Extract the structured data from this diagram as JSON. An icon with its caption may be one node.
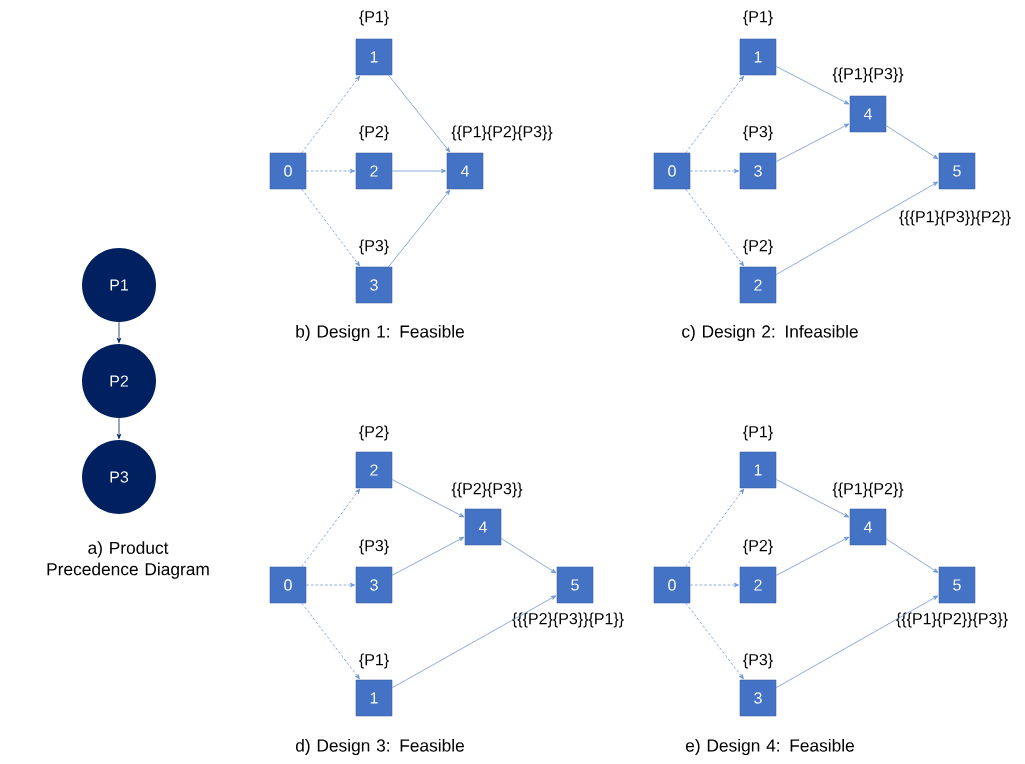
{
  "diagram": {
    "nodes": [
      {
        "text": [
          "P1"
        ]
      },
      {
        "text": [
          "P2"
        ]
      },
      {
        "text": [
          "P3"
        ]
      },
      {
        "text": [
          "0"
        ]
      },
      {
        "text": [
          "1"
        ],
        "beside": [
          "{P1}"
        ]
      },
      {
        "text": [
          "2"
        ],
        "beside": [
          "{P2}"
        ]
      },
      {
        "text": [
          "3"
        ],
        "beside": [
          "{P3}"
        ]
      },
      {
        "text": [
          "4"
        ],
        "beside": [
          "{{P1}{P2}{P3}}"
        ]
      },
      {
        "text": [
          "0"
        ]
      },
      {
        "text": [
          "1"
        ],
        "beside": [
          "{P1}"
        ]
      },
      {
        "text": [
          "3"
        ],
        "beside": [
          "{P3}"
        ]
      },
      {
        "text": [
          "2"
        ],
        "beside": [
          "{P2}"
        ]
      },
      {
        "text": [
          "4"
        ],
        "beside": [
          "{{P1}{P3}}"
        ]
      },
      {
        "text": [
          "5"
        ],
        "beside": [
          "{{{P1}{P3}}{P2}}"
        ]
      },
      {
        "text": [
          "0"
        ]
      },
      {
        "text": [
          "2"
        ],
        "beside": [
          "{P2}"
        ]
      },
      {
        "text": [
          "3"
        ],
        "beside": [
          "{P3}"
        ]
      },
      {
        "text": [
          "1"
        ],
        "beside": [
          "{P1}"
        ]
      },
      {
        "text": [
          "4"
        ],
        "beside": [
          "{{P2}{P3}}"
        ]
      },
      {
        "text": [
          "5"
        ],
        "beside": [
          "{{{P2}{P3}}{P1}}"
        ]
      },
      {
        "text": [
          "0"
        ]
      },
      {
        "text": [
          "1"
        ],
        "beside": [
          "{P1}"
        ]
      },
      {
        "text": [
          "2"
        ],
        "beside": [
          "{P2}"
        ]
      },
      {
        "text": [
          "3"
        ],
        "beside": [
          "{P3}"
        ]
      },
      {
        "text": [
          "4"
        ],
        "beside": [
          "{{P1}{P2}}"
        ]
      },
      {
        "text": [
          "5"
        ],
        "beside": [
          "{{{P1}{P2}}{P3}}"
        ]
      }
    ],
    "edges": [
      {
        "from": 0,
        "to": 1,
        "arrow": "to",
        "color": "#002060"
      },
      {
        "from": 1,
        "to": 2,
        "arrow": "to",
        "color": "#002060"
      },
      {
        "from": 3,
        "to": 4,
        "arrow": "to",
        "style": "dashed"
      },
      {
        "from": 3,
        "to": 5,
        "arrow": "to",
        "style": "dashed"
      },
      {
        "from": 3,
        "to": 6,
        "arrow": "to",
        "style": "dashed"
      },
      {
        "from": 4,
        "to": 7,
        "arrow": "to"
      },
      {
        "from": 5,
        "to": 7,
        "arrow": "to"
      },
      {
        "from": 6,
        "to": 7,
        "arrow": "to"
      },
      {
        "from": 8,
        "to": 9,
        "arrow": "to",
        "style": "dashed"
      },
      {
        "from": 8,
        "to": 10,
        "arrow": "to",
        "style": "dashed"
      },
      {
        "from": 8,
        "to": 11,
        "arrow": "to",
        "style": "dashed"
      },
      {
        "from": 9,
        "to": 12,
        "arrow": "to"
      },
      {
        "from": 10,
        "to": 12,
        "arrow": "to"
      },
      {
        "from": 12,
        "to": 13,
        "arrow": "to"
      },
      {
        "from": 11,
        "to": 13,
        "arrow": "to"
      },
      {
        "from": 14,
        "to": 15,
        "arrow": "to",
        "style": "dashed"
      },
      {
        "from": 14,
        "to": 16,
        "arrow": "to",
        "style": "dashed"
      },
      {
        "from": 14,
        "to": 17,
        "arrow": "to",
        "style": "dashed"
      },
      {
        "from": 15,
        "to": 18,
        "arrow": "to"
      },
      {
        "from": 16,
        "to": 18,
        "arrow": "to"
      },
      {
        "from": 18,
        "to": 19,
        "arrow": "to"
      },
      {
        "from": 17,
        "to": 19,
        "arrow": "to"
      },
      {
        "from": 20,
        "to": 21,
        "arrow": "to",
        "style": "dashed"
      },
      {
        "from": 20,
        "to": 22,
        "arrow": "to",
        "style": "dashed"
      },
      {
        "from": 20,
        "to": 23,
        "arrow": "to",
        "style": "dashed"
      },
      {
        "from": 21,
        "to": 24,
        "arrow": "to"
      },
      {
        "from": 22,
        "to": 24,
        "arrow": "to"
      },
      {
        "from": 24,
        "to": 25,
        "arrow": "to"
      },
      {
        "from": 23,
        "to": 25,
        "arrow": "to"
      }
    ],
    "labels": [
      "a) Product Precedence Diagram",
      "b) Design 1: Feasible",
      "c) Design 2: Infeasible",
      "d) Design 3: Feasible",
      "e) Design 4: Feasible"
    ]
  }
}
